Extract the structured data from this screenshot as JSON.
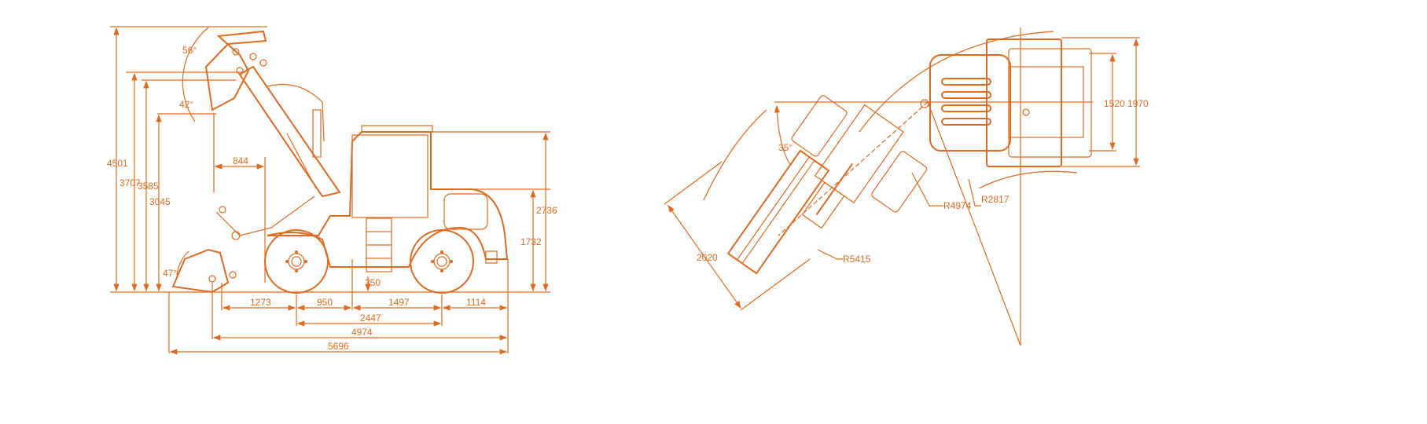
{
  "side_view": {
    "heights": {
      "h4501": "4501",
      "h3707": "3707",
      "h3585": "3585",
      "h3045": "3045",
      "h2736": "2736",
      "h1732": "1732"
    },
    "angles": {
      "a56": "56°",
      "a42": "42°",
      "a47": "47°"
    },
    "reach": "844",
    "clearance": "350",
    "lengths": {
      "l1273": "1273",
      "l950": "950",
      "l1497": "1497",
      "l1114": "1114",
      "l2447": "2447",
      "l4974": "4974",
      "l5696": "5696"
    }
  },
  "top_view": {
    "widths": {
      "w1520": "1520",
      "w1970": "1970"
    },
    "bucket_width": "2020",
    "angle": "35°",
    "radii": {
      "r4974": "R4974",
      "r2817": "R2817",
      "r5415": "R5415"
    }
  },
  "colors": {
    "line": "#e06a20"
  }
}
